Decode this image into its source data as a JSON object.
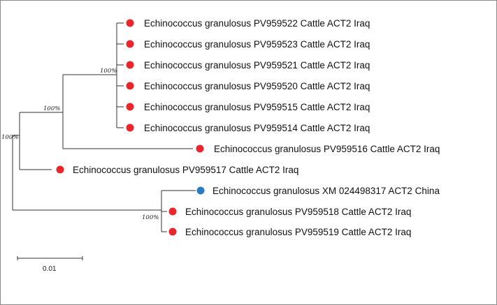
{
  "tree": {
    "leaves": [
      {
        "label": "Echinococcus granulosus PV959522 Cattle ACT2 Iraq",
        "marker_color": "#e8262b"
      },
      {
        "label": "Echinococcus granulosus PV959523 Cattle ACT2 Iraq",
        "marker_color": "#e8262b"
      },
      {
        "label": "Echinococcus granulosus PV959521 Cattle ACT2 Iraq",
        "marker_color": "#e8262b"
      },
      {
        "label": "Echinococcus granulosus PV959520 Cattle ACT2 Iraq",
        "marker_color": "#e8262b"
      },
      {
        "label": "Echinococcus granulosus PV959515 Cattle ACT2 Iraq",
        "marker_color": "#e8262b"
      },
      {
        "label": "Echinococcus granulosus PV959514 Cattle ACT2 Iraq",
        "marker_color": "#e8262b"
      },
      {
        "label": "Echinococcus granulosus PV959516 Cattle ACT2 Iraq",
        "marker_color": "#e8262b"
      },
      {
        "label": "Echinococcus granulosus PV959517 Cattle ACT2 Iraq",
        "marker_color": "#e8262b"
      },
      {
        "label": "Echinococcus granulosus XM 024498317 ACT2 China",
        "marker_color": "#2b7bbf"
      },
      {
        "label": "Echinococcus granulosus PV959518 Cattle ACT2 Iraq",
        "marker_color": "#e8262b"
      },
      {
        "label": "Echinococcus granulosus PV959519 Cattle ACT2 Iraq",
        "marker_color": "#e8262b"
      }
    ],
    "support_values": [
      "100%",
      "100%",
      "100%",
      "100%"
    ],
    "scale_bar_label": "0.01"
  }
}
